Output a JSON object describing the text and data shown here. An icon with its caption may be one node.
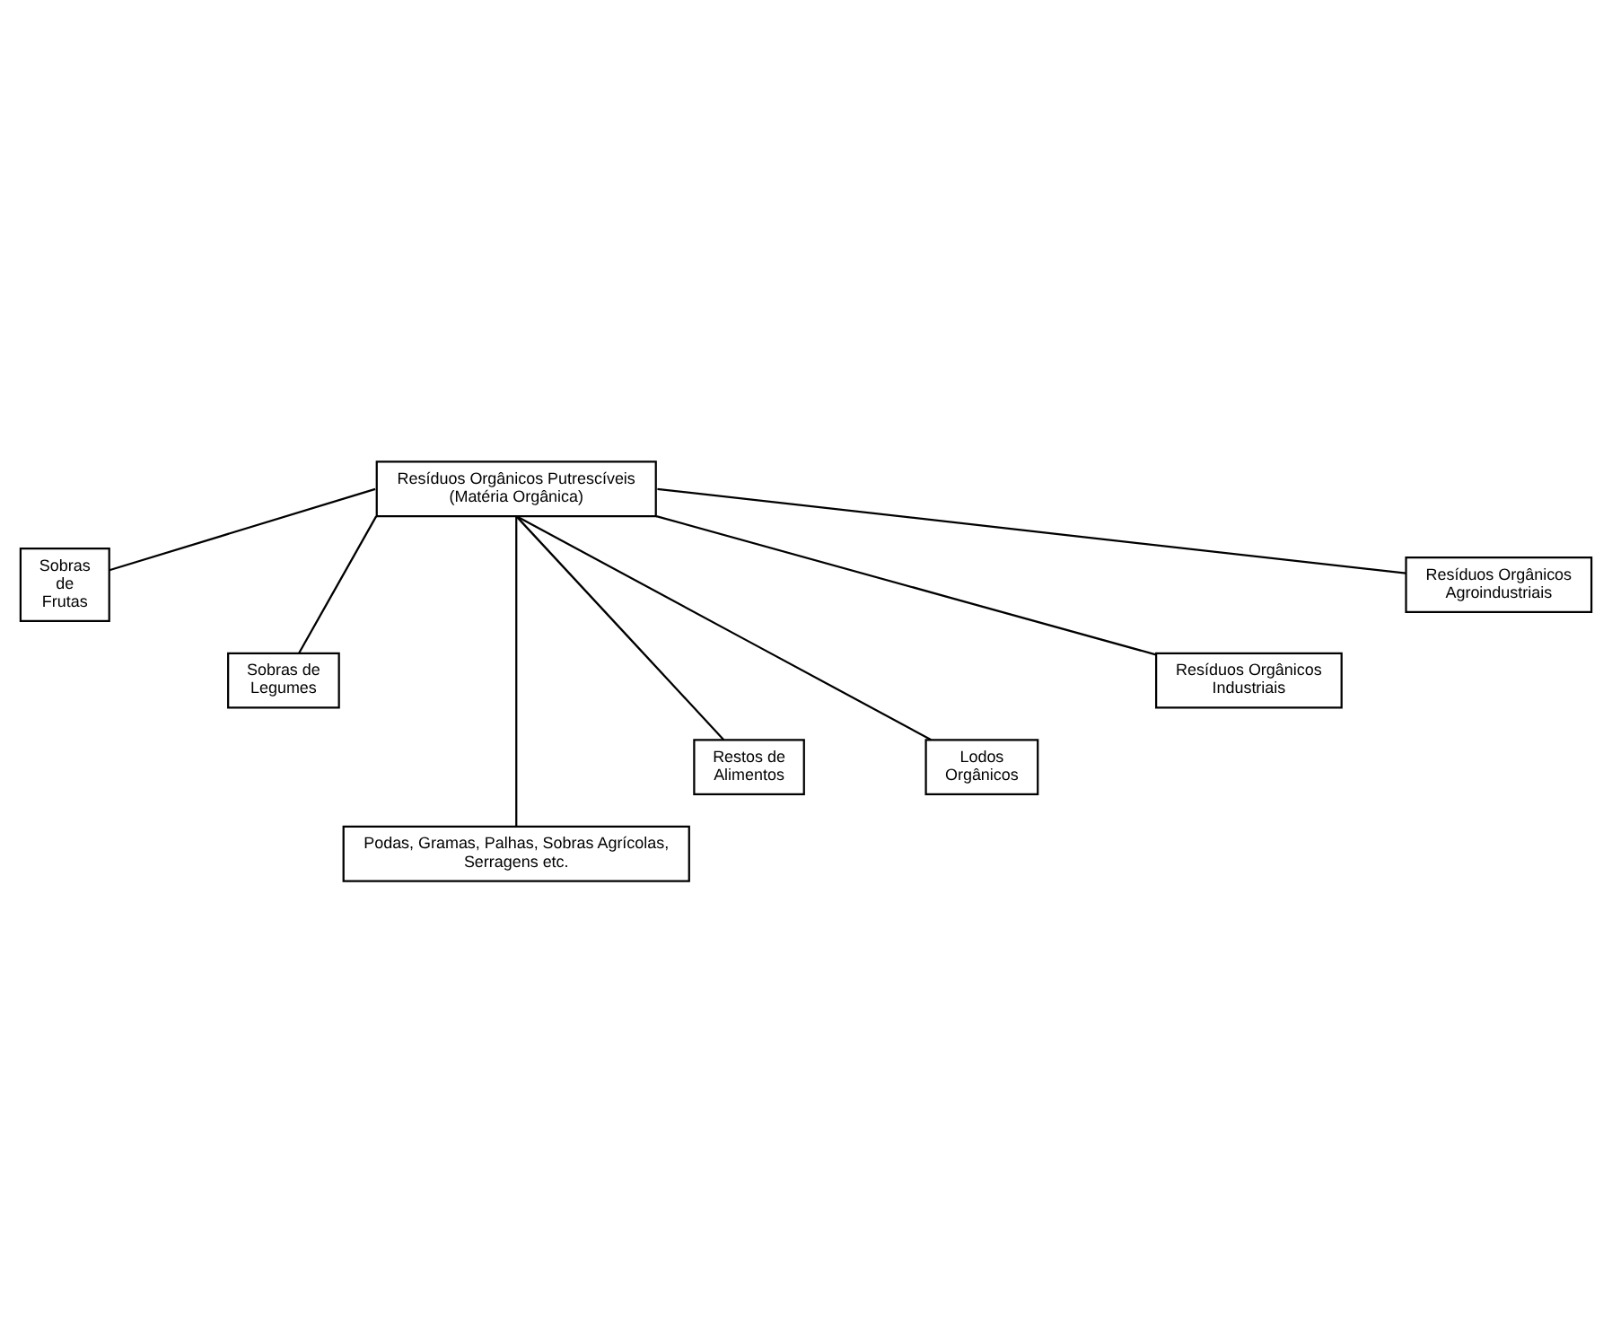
{
  "diagram": {
    "nodes": [
      {
        "text": [
          "Resíduos Orgânicos Putrescíveis (Matéria Orgânica)"
        ]
      },
      {
        "text": [
          "Sobras de Frutas"
        ]
      },
      {
        "text": [
          "Resíduos Orgânicos Agroindustriais"
        ]
      },
      {
        "text": [
          "Sobras de Legumes"
        ]
      },
      {
        "text": [
          "Resíduos Orgânicos Industriais"
        ]
      },
      {
        "text": [
          "Restos de Alimentos"
        ]
      },
      {
        "text": [
          "Lodos Orgânicos"
        ]
      },
      {
        "text": [
          "Podas, Gramas, Palhas, Sobras Agrícolas, Serragens etc."
        ]
      }
    ],
    "edges": [
      {
        "from": 0,
        "to": 1,
        "arrow": "none"
      },
      {
        "from": 0,
        "to": 2,
        "arrow": "none"
      },
      {
        "from": 0,
        "to": 3,
        "arrow": "none"
      },
      {
        "from": 0,
        "to": 4,
        "arrow": "none"
      },
      {
        "from": 0,
        "to": 5,
        "arrow": "none"
      },
      {
        "from": 0,
        "to": 6,
        "arrow": "none"
      },
      {
        "from": 0,
        "to": 7,
        "arrow": "none"
      }
    ]
  }
}
